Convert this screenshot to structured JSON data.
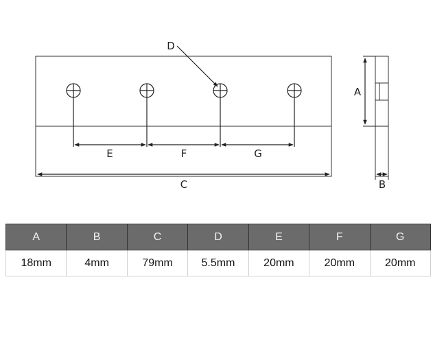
{
  "drawing": {
    "labels": {
      "A": "A",
      "B": "B",
      "C": "C",
      "D": "D",
      "E": "E",
      "F": "F",
      "G": "G"
    }
  },
  "table": {
    "headers": [
      "A",
      "B",
      "C",
      "D",
      "E",
      "F",
      "G"
    ],
    "values": [
      "18mm",
      "4mm",
      "79mm",
      "5.5mm",
      "20mm",
      "20mm",
      "20mm"
    ]
  },
  "colors": {
    "line": "#222222",
    "header_bg": "#6b6b6b",
    "header_text": "#f2f2f2"
  }
}
